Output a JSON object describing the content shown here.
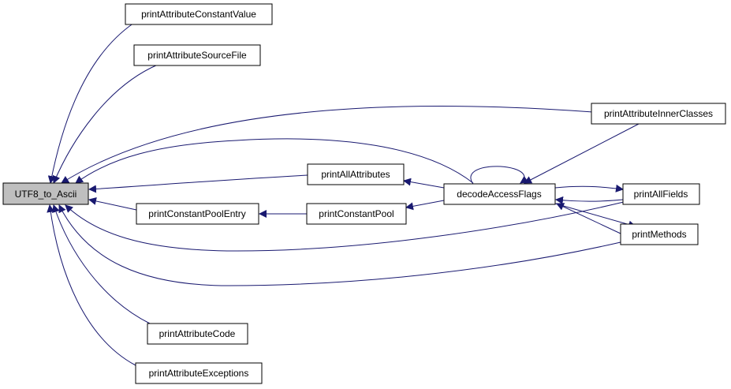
{
  "nodes": {
    "utf8": "UTF8_to_Ascii",
    "constant_value": "printAttributeConstantValue",
    "source_file": "printAttributeSourceFile",
    "inner_classes": "printAttributeInnerClasses",
    "all_attributes": "printAllAttributes",
    "decode_access_flags": "decodeAccessFlags",
    "all_fields": "printAllFields",
    "constant_pool_entry": "printConstantPoolEntry",
    "constant_pool": "printConstantPool",
    "methods": "printMethods",
    "attribute_code": "printAttributeCode",
    "attribute_exceptions": "printAttributeExceptions"
  },
  "colors": {
    "edge": "#191970",
    "node_fill": "#ffffff",
    "focus_fill": "#bfbfbf",
    "node_border": "#000000"
  }
}
